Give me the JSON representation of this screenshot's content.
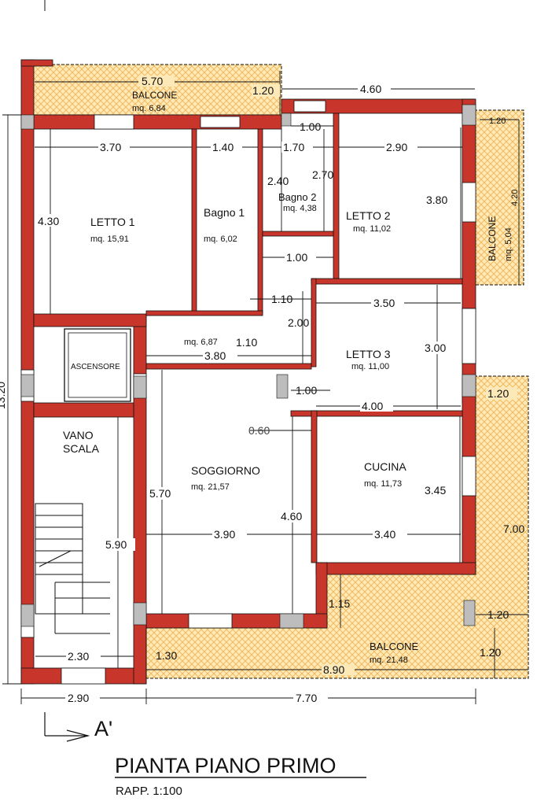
{
  "title": "PIANTA PIANO PRIMO",
  "scale": "RAPP. 1:100",
  "section_marker": "A'",
  "colors": {
    "wall": "#c8352a",
    "balcony_fill": "#fde9b8",
    "balcony_hatch": "#f0b552",
    "line": "#111111"
  },
  "rooms": {
    "balcone_top": {
      "name": "BALCONE",
      "area": "mq. 6,84"
    },
    "letto1": {
      "name": "LETTO 1",
      "area": "mq. 15,91"
    },
    "bagno1": {
      "name": "Bagno 1",
      "area": "mq. 6,02"
    },
    "bagno2": {
      "name": "Bagno 2",
      "area": "mq. 4,38"
    },
    "letto2": {
      "name": "LETTO 2",
      "area": "mq. 11,02"
    },
    "balcone_right": {
      "name": "BALCONE",
      "area": "mq. 5,04"
    },
    "disimpegno": {
      "area": "mq. 6,87"
    },
    "ascensore": {
      "name": "ASCENSORE"
    },
    "letto3": {
      "name": "LETTO 3",
      "area": "mq. 11,00"
    },
    "vano_scala": {
      "line1": "VANO",
      "line2": "SCALA"
    },
    "soggiorno": {
      "name": "SOGGIORNO",
      "area": "mq. 21,57"
    },
    "cucina": {
      "name": "CUCINA",
      "area": "mq. 11,73"
    },
    "balcone_bottom": {
      "name": "BALCONE",
      "area": "mq. 21,48"
    }
  },
  "dimensions": {
    "d570": "5.70",
    "d120a": "1.20",
    "d460a": "4.60",
    "d120b": "1.20",
    "d370": "3.70",
    "d140": "1.40",
    "d170": "1.70",
    "d290a": "2.90",
    "d100a": "1.00",
    "d240": "2.40",
    "d270": "2.70",
    "d430": "4.30",
    "d380a": "3.80",
    "d420": "4.20",
    "d100b": "1.00",
    "d110a": "1.10",
    "d350": "3.50",
    "d200": "2.00",
    "d110b": "1.10",
    "d380b": "3.80",
    "d300": "3.00",
    "d100c": "1.00",
    "d400": "4.00",
    "d120c": "1.20",
    "d060": "0.60",
    "d570b": "5.70",
    "d345": "3.45",
    "d460b": "4.60",
    "d390": "3.90",
    "d340": "3.40",
    "d700": "7.00",
    "d590": "5.90",
    "d115": "1.15",
    "d120d": "1.20",
    "d230": "2.30",
    "d130": "1.30",
    "d120e": "1.20",
    "d890": "8.90",
    "d290b": "2.90",
    "d770": "7.70",
    "d1320": "13.20"
  }
}
